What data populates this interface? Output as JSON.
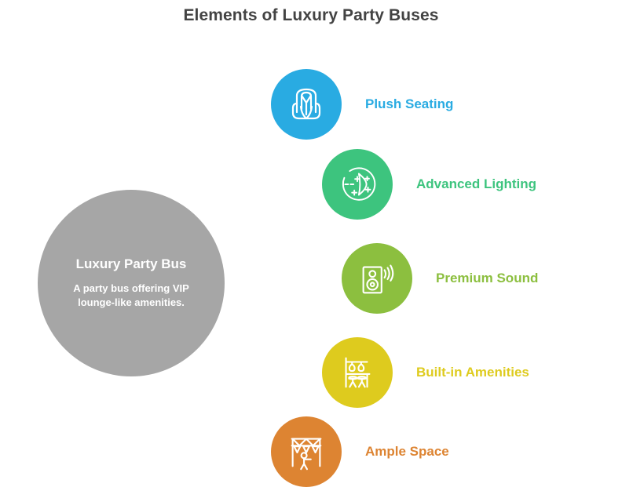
{
  "page": {
    "title": "Elements of Luxury Party Buses",
    "background_color": "#ffffff",
    "title_color": "#434343"
  },
  "hub": {
    "title": "Luxury Party Bus",
    "description": "A party bus offering VIP lounge-like amenities.",
    "color": "#a6a6a6",
    "text_color": "#ffffff"
  },
  "branches": [
    {
      "label": "Plush Seating",
      "color": "#29abe2",
      "icon": "armchair-icon"
    },
    {
      "label": "Advanced Lighting",
      "color": "#3dc47e",
      "icon": "sparkle-light-icon"
    },
    {
      "label": "Premium Sound",
      "color": "#8cbf3f",
      "icon": "speaker-icon"
    },
    {
      "label": "Built-in Amenities",
      "color": "#decb1e",
      "icon": "bar-counter-icon"
    },
    {
      "label": "Ample Space",
      "color": "#dd8432",
      "icon": "person-canopy-icon"
    }
  ]
}
